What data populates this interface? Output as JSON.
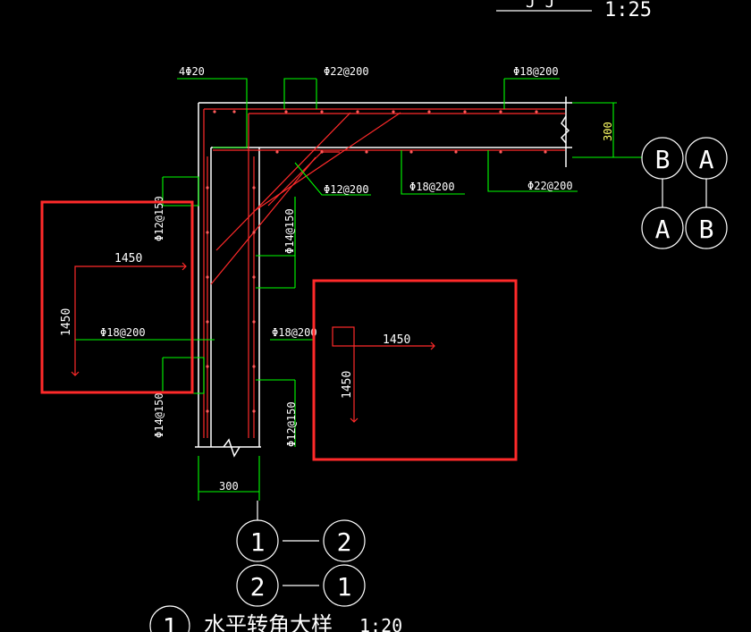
{
  "title_block": {
    "scale_top": "1:25",
    "detail_number": "1",
    "detail_title": "水平转角大样",
    "detail_scale": "1:20"
  },
  "rebar_labels": {
    "top_4phi20": "4Φ20",
    "top_phi22": "Φ22@200",
    "top_phi18": "Φ18@200",
    "mid_phi12": "Φ12@200",
    "mid_phi18": "Φ18@200",
    "mid_phi22": "Φ22@200",
    "left_phi12": "Φ12@150",
    "left_phi18": "Φ18@200",
    "left_phi14": "Φ14@150",
    "right_phi14": "Φ14@150",
    "right_phi18": "Φ18@200",
    "right_phi12": "Φ12@150"
  },
  "dimensions": {
    "wall_thickness_bottom": "300",
    "wall_thickness_right": "300",
    "left_box_len_h": "1450",
    "left_box_len_v": "1450",
    "right_box_len_h": "1450",
    "right_box_len_v": "1450"
  },
  "axis_bubbles": {
    "right_top_left": "B",
    "right_top_right": "A",
    "right_bottom_left": "A",
    "right_bottom_right": "B",
    "bottom_row1_left": "1",
    "bottom_row1_right": "2",
    "bottom_row2_left": "2",
    "bottom_row2_right": "1"
  },
  "colors": {
    "background": "#000000",
    "wall_outline": "#ffffff",
    "rebar": "#ff2a2a",
    "leader": "#00ff00",
    "text": "#ffffff",
    "dimension_text": "#ffff66",
    "highlight_box": "#ff2a2a"
  }
}
